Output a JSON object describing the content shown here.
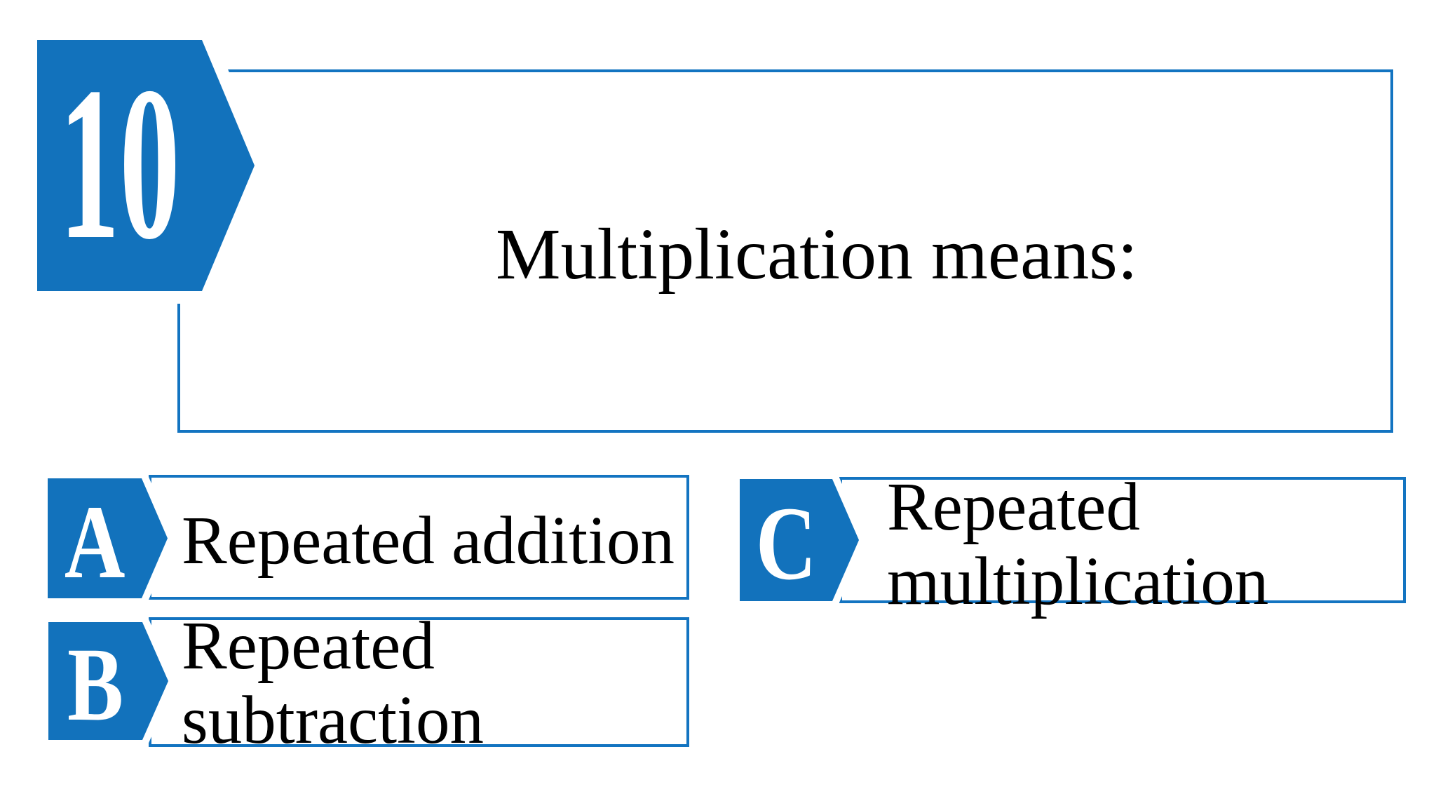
{
  "slide": {
    "question": {
      "number": "10",
      "text": "Multiplication means:"
    },
    "options": [
      {
        "key": "A",
        "lines": [
          "Repeated addition"
        ]
      },
      {
        "key": "B",
        "lines": [
          "Repeated",
          "subtraction"
        ]
      },
      {
        "key": "C",
        "lines": [
          "Repeated",
          "multiplication"
        ]
      }
    ]
  },
  "colors": {
    "badge_blue": "#1272bc",
    "border_blue": "#1374c1",
    "text_black": "#000000",
    "badge_text_white": "#ffffff",
    "background": "#ffffff"
  }
}
